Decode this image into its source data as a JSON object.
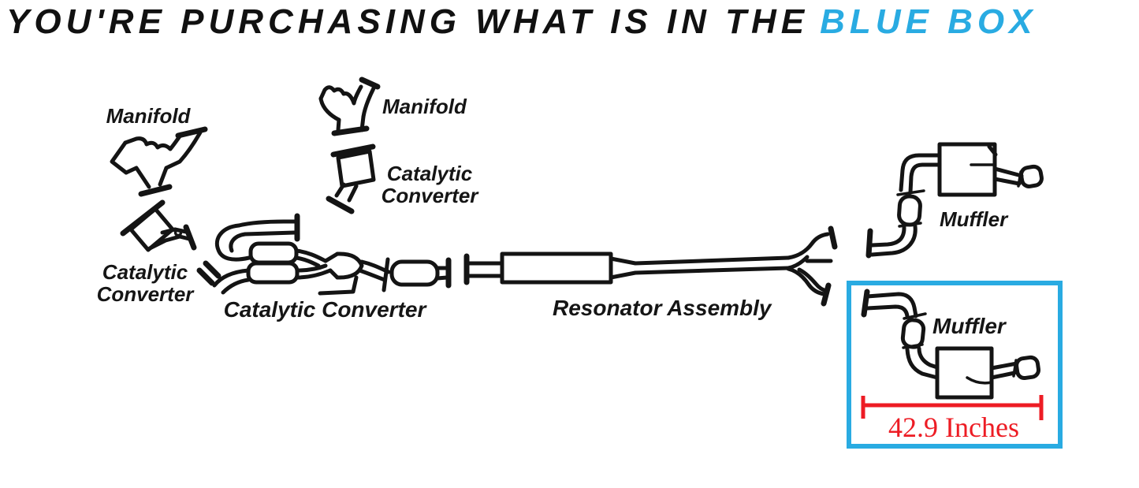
{
  "title": {
    "black_text": "YOU'RE PURCHASING WHAT IS IN THE",
    "blue_text": "BLUE BOX"
  },
  "colors": {
    "accent_blue": "#29ABE2",
    "dimension_red": "#ED1C24",
    "ink": "#141414",
    "background": "#FFFFFF"
  },
  "diagram": {
    "labels": {
      "manifold_left": "Manifold",
      "manifold_top": "Manifold",
      "catalytic_converter_left": {
        "line1": "Catalytic",
        "line2": "Converter"
      },
      "catalytic_converter_top": {
        "line1": "Catalytic",
        "line2": "Converter"
      },
      "catalytic_converter_center": "Catalytic Converter",
      "resonator_assembly": "Resonator Assembly",
      "muffler_top": "Muffler",
      "muffler_boxed": "Muffler"
    },
    "dimension": {
      "text": "42.9 Inches"
    }
  }
}
